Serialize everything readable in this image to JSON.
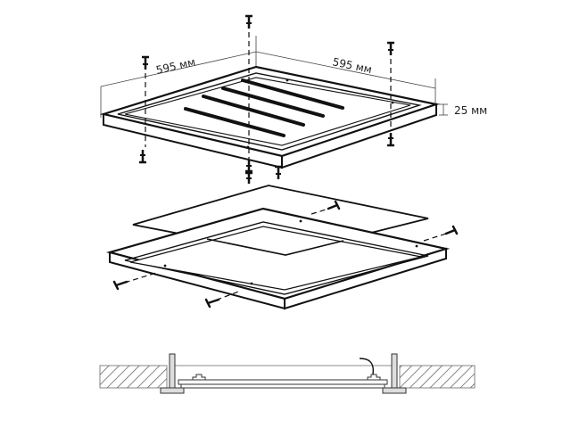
{
  "diagram": {
    "type": "installation-diagram",
    "subject": "LED ceiling panel with surface mounting frame",
    "labels": {
      "width_left": "595 мм",
      "width_right": "595 мм",
      "height": "25 мм"
    },
    "views": [
      {
        "id": "panel-top-view",
        "description": "Isometric LED panel with 4 LED strips and vertical screws"
      },
      {
        "id": "frame-exploded-view",
        "description": "Back plate above open mounting frame with side screws"
      },
      {
        "id": "cross-section-view",
        "description": "Ceiling cross-section with mounted frame and panel"
      }
    ],
    "colors": {
      "line": "#111111",
      "background": "#ffffff",
      "hatch": "#555555",
      "bracket_fill": "#dddddd"
    }
  }
}
